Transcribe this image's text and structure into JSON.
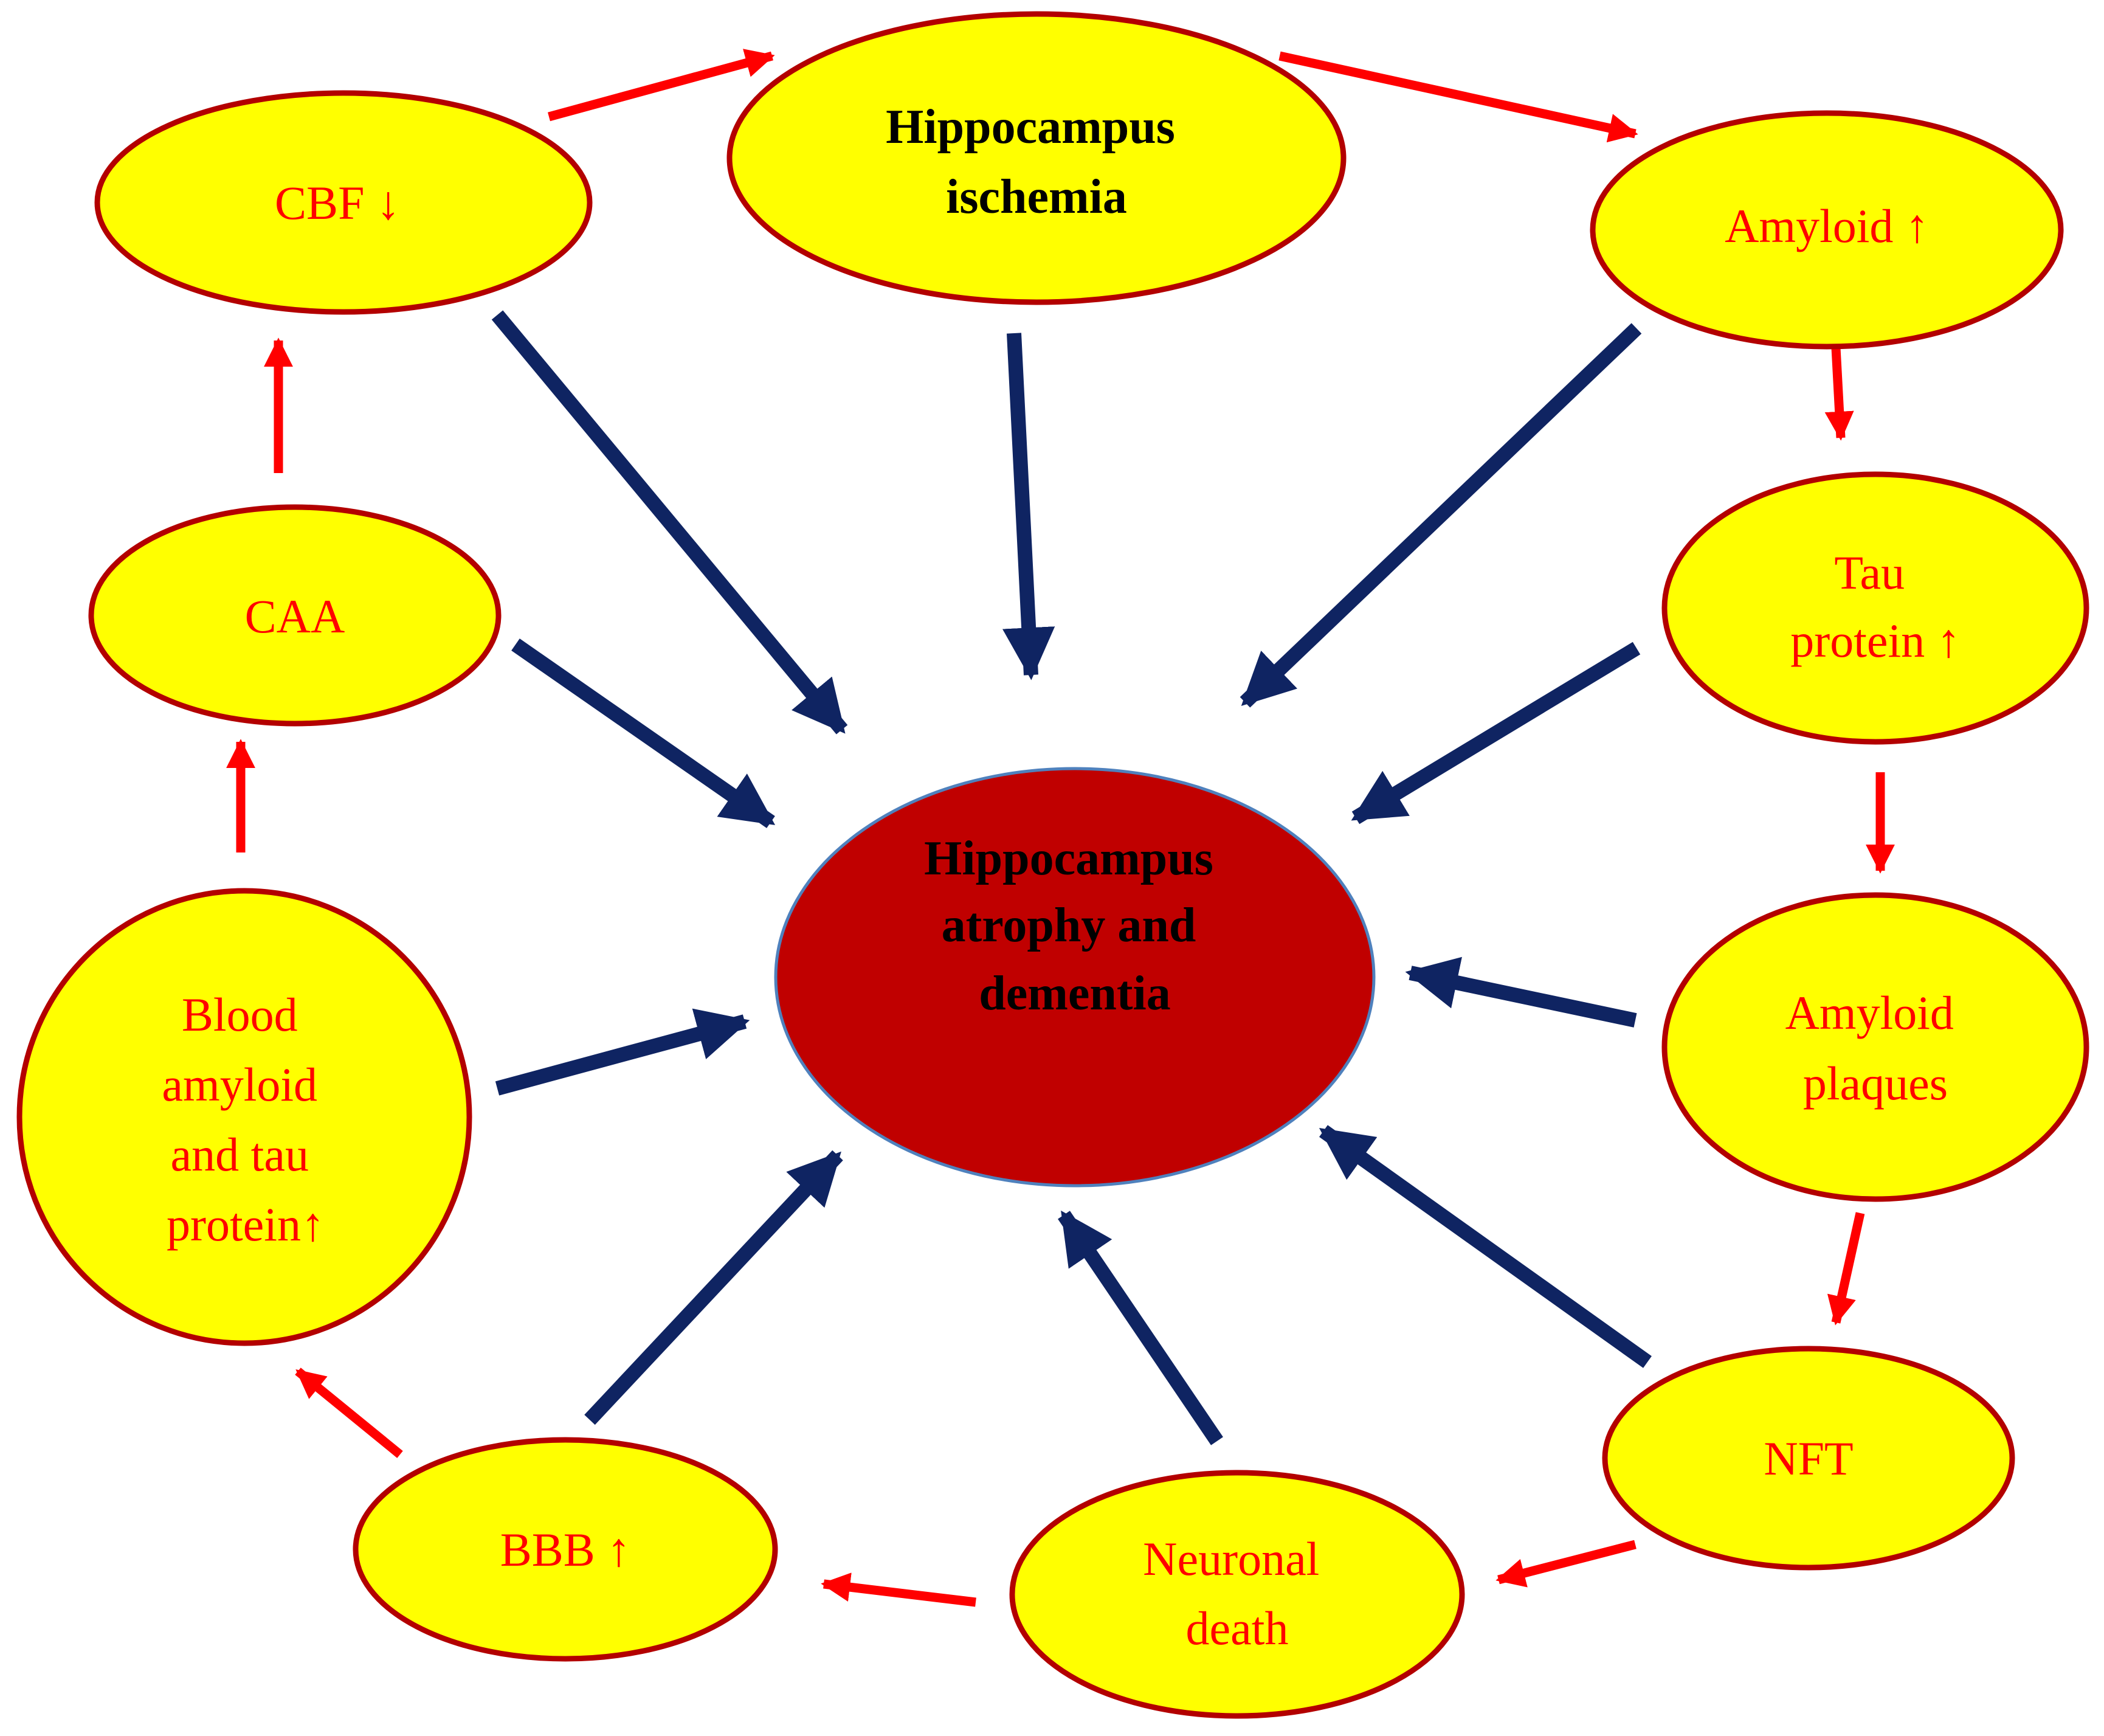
{
  "colors": {
    "node_fill": "#ffff00",
    "node_border": "#b30000",
    "node_text": "#ff0000",
    "center_fill": "#c00000",
    "center_border": "#4f81bd",
    "dark_text": "#000000",
    "cycle_arrow": "#ff0000",
    "convergence_arrow": "#0f2462"
  },
  "center": {
    "lines": [
      "Hippocampus",
      "atrophy and",
      "dementia"
    ]
  },
  "nodes": {
    "ischemia": {
      "lines": [
        "Hippocampus",
        "ischemia"
      ]
    },
    "cbf": {
      "lines": [
        "CBF ↓"
      ]
    },
    "amyloid": {
      "lines": [
        "Amyloid ↑"
      ]
    },
    "tau": {
      "lines": [
        "Tau",
        "protein ↑"
      ]
    },
    "plaques": {
      "lines": [
        "Amyloid",
        "plaques"
      ]
    },
    "nft": {
      "lines": [
        "NFT"
      ]
    },
    "neuronal": {
      "lines": [
        "Neuronal",
        "death"
      ]
    },
    "bbb": {
      "lines": [
        "BBB ↑"
      ]
    },
    "blood": {
      "lines": [
        "Blood",
        "amyloid",
        "and tau",
        "protein↑"
      ]
    },
    "caa": {
      "lines": [
        "CAA"
      ]
    }
  },
  "cycle_arrows": [
    {
      "from": "cbf",
      "to": "ischemia"
    },
    {
      "from": "ischemia",
      "to": "amyloid"
    },
    {
      "from": "amyloid",
      "to": "tau"
    },
    {
      "from": "tau",
      "to": "plaques"
    },
    {
      "from": "plaques",
      "to": "nft"
    },
    {
      "from": "nft",
      "to": "neuronal"
    },
    {
      "from": "neuronal",
      "to": "bbb"
    },
    {
      "from": "bbb",
      "to": "blood"
    },
    {
      "from": "blood",
      "to": "caa"
    },
    {
      "from": "caa",
      "to": "cbf"
    }
  ],
  "convergence_arrows": [
    {
      "from": "cbf",
      "to": "center"
    },
    {
      "from": "ischemia",
      "to": "center"
    },
    {
      "from": "amyloid",
      "to": "center"
    },
    {
      "from": "tau",
      "to": "center"
    },
    {
      "from": "plaques",
      "to": "center"
    },
    {
      "from": "nft",
      "to": "center"
    },
    {
      "from": "neuronal",
      "to": "center"
    },
    {
      "from": "bbb",
      "to": "center"
    },
    {
      "from": "blood",
      "to": "center"
    },
    {
      "from": "caa",
      "to": "center"
    }
  ]
}
